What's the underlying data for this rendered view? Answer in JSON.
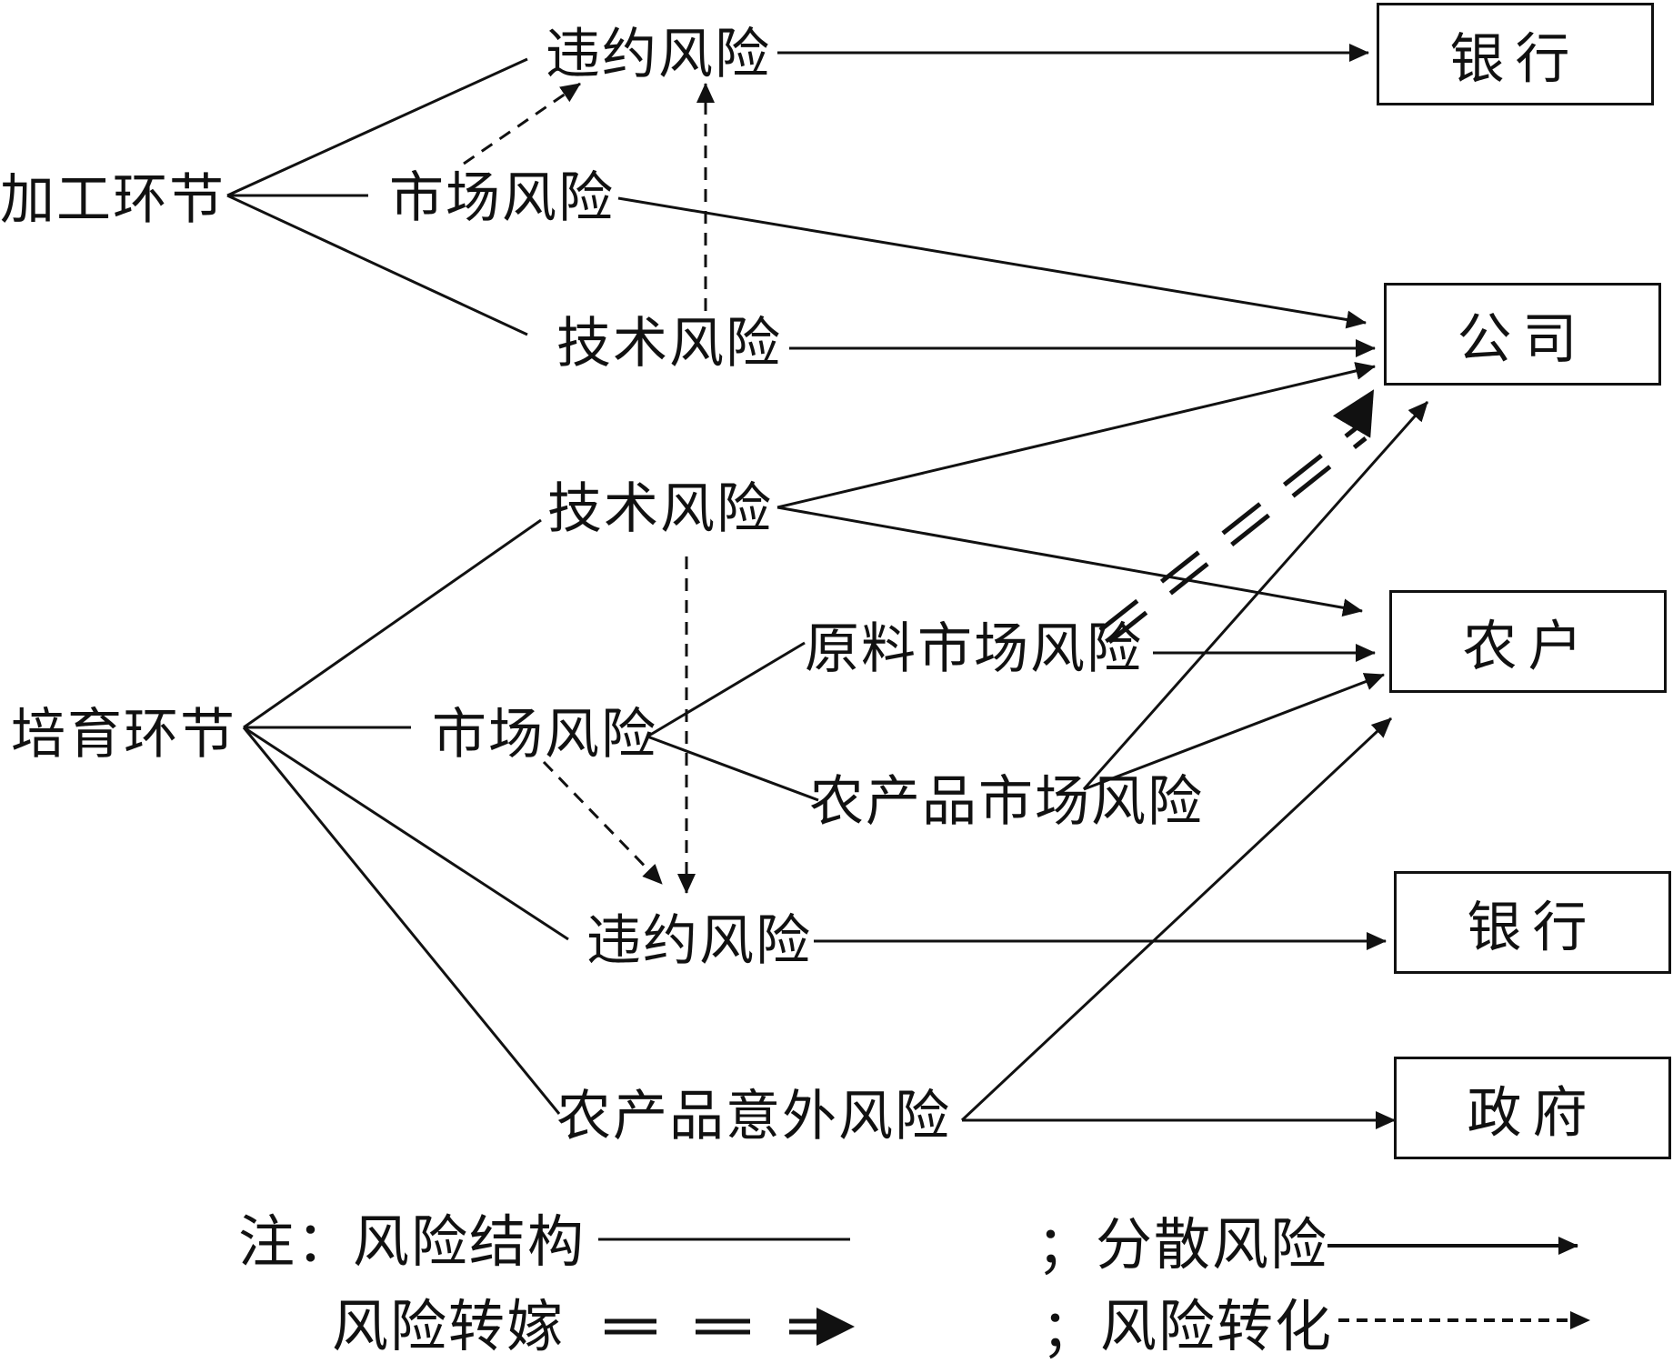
{
  "nodes": {
    "processing": "加工环节",
    "proc_breach": "违约风险",
    "proc_market": "市场风险",
    "proc_tech": "技术风险",
    "breeding": "培育环节",
    "breed_tech": "技术风险",
    "breed_market": "市场风险",
    "raw_market": "原料市场风险",
    "product_market": "农产品市场风险",
    "breed_breach": "违约风险",
    "accident": "农产品意外风险"
  },
  "boxes": {
    "bank_top": "银行",
    "company": "公司",
    "farmer": "农户",
    "bank_bottom": "银行",
    "government": "政府"
  },
  "legend": {
    "prefix": "注：",
    "structure": "风险结构",
    "sep1": "；",
    "dispersal": "分散风险",
    "transfer": "风险转嫁",
    "sep2": "；",
    "conversion": "风险转化"
  }
}
